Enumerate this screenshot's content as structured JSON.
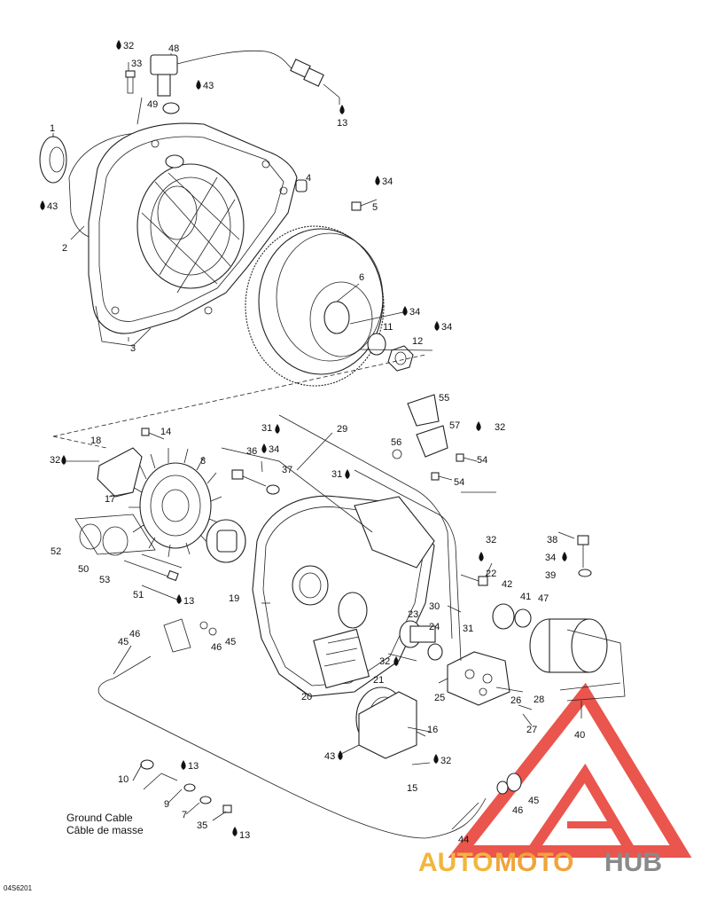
{
  "diagram": {
    "callouts": [
      {
        "id": "c32a",
        "text": "32",
        "drop": true
      },
      {
        "id": "c33",
        "text": "33",
        "drop": false
      },
      {
        "id": "c48",
        "text": "48",
        "drop": false
      },
      {
        "id": "c43a",
        "text": "43",
        "drop": true
      },
      {
        "id": "c49",
        "text": "49",
        "drop": false
      },
      {
        "id": "c13a",
        "text": "13",
        "drop": true
      },
      {
        "id": "c1",
        "text": "1",
        "drop": false
      },
      {
        "id": "c43b",
        "text": "43",
        "drop": true
      },
      {
        "id": "c4",
        "text": "4",
        "drop": false
      },
      {
        "id": "c34a",
        "text": "34",
        "drop": true
      },
      {
        "id": "c5",
        "text": "5",
        "drop": false
      },
      {
        "id": "c2",
        "text": "2",
        "drop": false
      },
      {
        "id": "c6",
        "text": "6",
        "drop": false
      },
      {
        "id": "c34b",
        "text": "34",
        "drop": true
      },
      {
        "id": "c34c",
        "text": "34",
        "drop": true
      },
      {
        "id": "c11",
        "text": "11",
        "drop": false
      },
      {
        "id": "c12",
        "text": "12",
        "drop": false
      },
      {
        "id": "c3",
        "text": "3",
        "drop": false
      },
      {
        "id": "c55",
        "text": "55",
        "drop": false
      },
      {
        "id": "c31a",
        "text": "31",
        "drop": true
      },
      {
        "id": "c29",
        "text": "29",
        "drop": false
      },
      {
        "id": "c57",
        "text": "57",
        "drop": false
      },
      {
        "id": "c32b",
        "text": "32",
        "drop": true
      },
      {
        "id": "c14",
        "text": "14",
        "drop": false
      },
      {
        "id": "c18",
        "text": "18",
        "drop": false
      },
      {
        "id": "c56",
        "text": "56",
        "drop": false
      },
      {
        "id": "c36",
        "text": "36",
        "drop": false
      },
      {
        "id": "c34d",
        "text": "34",
        "drop": true
      },
      {
        "id": "c54a",
        "text": "54",
        "drop": false
      },
      {
        "id": "c32c",
        "text": "32",
        "drop": true
      },
      {
        "id": "c8",
        "text": "8",
        "drop": false
      },
      {
        "id": "c37",
        "text": "37",
        "drop": false
      },
      {
        "id": "c31b",
        "text": "31",
        "drop": true
      },
      {
        "id": "c54b",
        "text": "54",
        "drop": false
      },
      {
        "id": "c17",
        "text": "17",
        "drop": false
      },
      {
        "id": "c52",
        "text": "52",
        "drop": false
      },
      {
        "id": "c50",
        "text": "50",
        "drop": false
      },
      {
        "id": "c53",
        "text": "53",
        "drop": false
      },
      {
        "id": "c51",
        "text": "51",
        "drop": false
      },
      {
        "id": "c13b",
        "text": "13",
        "drop": true
      },
      {
        "id": "c19",
        "text": "19",
        "drop": false
      },
      {
        "id": "c32d",
        "text": "32",
        "drop": true
      },
      {
        "id": "c38",
        "text": "38",
        "drop": false
      },
      {
        "id": "c34e",
        "text": "34",
        "drop": true
      },
      {
        "id": "c39",
        "text": "39",
        "drop": false
      },
      {
        "id": "c22",
        "text": "22",
        "drop": false
      },
      {
        "id": "c42",
        "text": "42",
        "drop": false
      },
      {
        "id": "c41",
        "text": "41",
        "drop": false
      },
      {
        "id": "c47",
        "text": "47",
        "drop": false
      },
      {
        "id": "c30",
        "text": "30",
        "drop": false
      },
      {
        "id": "c23",
        "text": "23",
        "drop": false
      },
      {
        "id": "c24",
        "text": "24",
        "drop": false
      },
      {
        "id": "c31c",
        "text": "31",
        "drop": false
      },
      {
        "id": "c45a",
        "text": "45",
        "drop": false
      },
      {
        "id": "c46a",
        "text": "46",
        "drop": false
      },
      {
        "id": "c46b",
        "text": "46",
        "drop": false
      },
      {
        "id": "c45b",
        "text": "45",
        "drop": false
      },
      {
        "id": "c32e",
        "text": "32",
        "drop": true
      },
      {
        "id": "c25",
        "text": "25",
        "drop": false
      },
      {
        "id": "c26",
        "text": "26",
        "drop": false
      },
      {
        "id": "c28",
        "text": "28",
        "drop": false
      },
      {
        "id": "c21",
        "text": "21",
        "drop": false
      },
      {
        "id": "c20",
        "text": "20",
        "drop": false
      },
      {
        "id": "c27",
        "text": "27",
        "drop": false
      },
      {
        "id": "c40",
        "text": "40",
        "drop": false
      },
      {
        "id": "c16",
        "text": "16",
        "drop": false
      },
      {
        "id": "c43c",
        "text": "43",
        "drop": true
      },
      {
        "id": "c32f",
        "text": "32",
        "drop": true
      },
      {
        "id": "c15",
        "text": "15",
        "drop": false
      },
      {
        "id": "c10",
        "text": "10",
        "drop": false
      },
      {
        "id": "c13c",
        "text": "13",
        "drop": true
      },
      {
        "id": "c45c",
        "text": "45",
        "drop": false
      },
      {
        "id": "c9",
        "text": "9",
        "drop": false
      },
      {
        "id": "c46c",
        "text": "46",
        "drop": false
      },
      {
        "id": "c7",
        "text": "7",
        "drop": false
      },
      {
        "id": "c35",
        "text": "35",
        "drop": false
      },
      {
        "id": "c13d",
        "text": "13",
        "drop": true
      },
      {
        "id": "c44",
        "text": "44",
        "drop": false
      }
    ],
    "ground_cable_en": "Ground Cable",
    "ground_cable_fr": "Câble de masse",
    "figure_code": "04S6201"
  },
  "watermark": {
    "part1": "AUTO",
    "part2": "MOTO",
    "part3": "HUB",
    "triangle_color": "#e8433a"
  }
}
